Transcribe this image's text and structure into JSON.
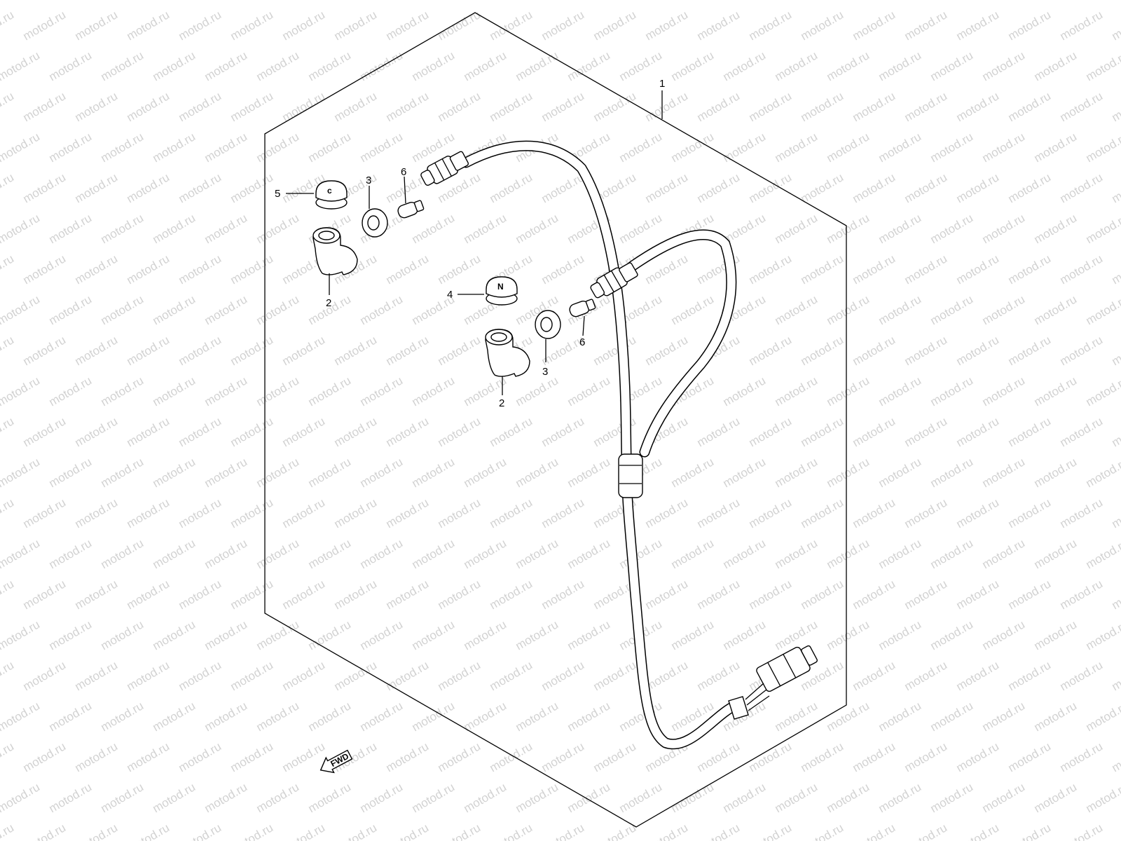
{
  "diagram": {
    "watermark_text": "motod.ru",
    "fwd_label": "FWD",
    "callouts": {
      "c1": "1",
      "c2_upper": "2",
      "c2_lower": "2",
      "c3_upper": "3",
      "c3_lower": "3",
      "c4": "4",
      "c5": "5",
      "c6_upper": "6",
      "c6_lower": "6"
    },
    "cap_marks": {
      "upper": "c",
      "lower": "N"
    },
    "colors": {
      "ink": "#000000",
      "watermark": "#d2d2d2",
      "background": "#ffffff"
    }
  }
}
